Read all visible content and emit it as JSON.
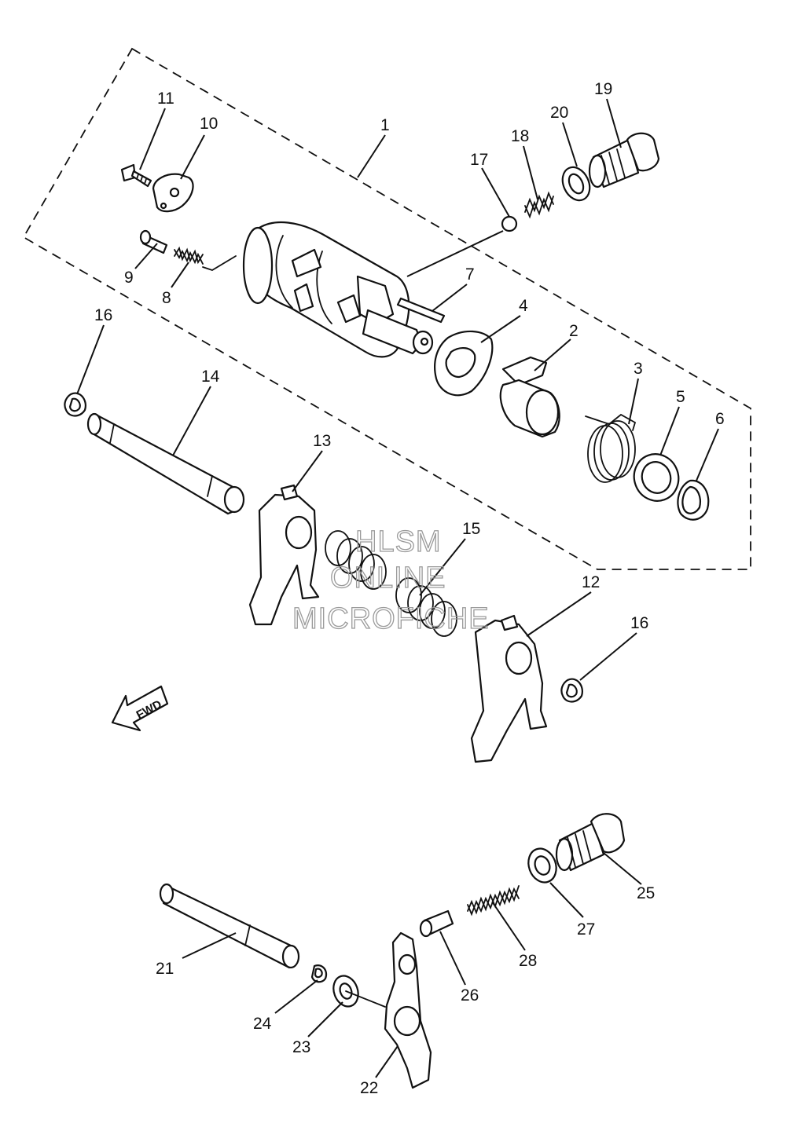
{
  "diagram": {
    "callouts": {
      "p1": "1",
      "p2": "2",
      "p3": "3",
      "p4": "4",
      "p5": "5",
      "p6": "6",
      "p7": "7",
      "p8": "8",
      "p9": "9",
      "p10": "10",
      "p11": "11",
      "p12": "12",
      "p13": "13",
      "p14": "14",
      "p15": "15",
      "p16a": "16",
      "p16b": "16",
      "p17": "17",
      "p18": "18",
      "p19": "19",
      "p20": "20",
      "p21": "21",
      "p22": "22",
      "p23": "23",
      "p24": "24",
      "p25": "25",
      "p26": "26",
      "p27": "27",
      "p28": "28"
    },
    "direction_arrow": "FWD",
    "watermark": {
      "line1": "HLSM",
      "line2": "ONLINE",
      "line3": "MICROFICHE"
    }
  }
}
